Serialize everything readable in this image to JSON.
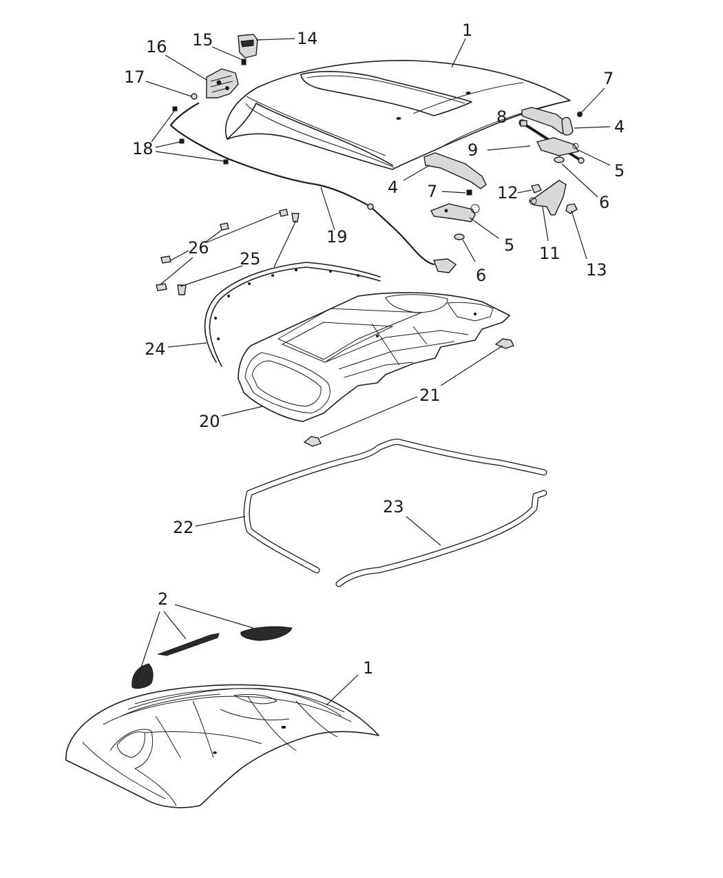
{
  "callouts": [
    {
      "id": "c1a",
      "text": "1"
    },
    {
      "id": "c14",
      "text": "14"
    },
    {
      "id": "c15",
      "text": "15"
    },
    {
      "id": "c16",
      "text": "16"
    },
    {
      "id": "c17",
      "text": "17"
    },
    {
      "id": "c18",
      "text": "18"
    },
    {
      "id": "c7a",
      "text": "7"
    },
    {
      "id": "c8",
      "text": "8"
    },
    {
      "id": "c4a",
      "text": "4"
    },
    {
      "id": "c9",
      "text": "9"
    },
    {
      "id": "c5a",
      "text": "5"
    },
    {
      "id": "c6a",
      "text": "6"
    },
    {
      "id": "c4b",
      "text": "4"
    },
    {
      "id": "c7b",
      "text": "7"
    },
    {
      "id": "c12",
      "text": "12"
    },
    {
      "id": "c11",
      "text": "11"
    },
    {
      "id": "c13",
      "text": "13"
    },
    {
      "id": "c5b",
      "text": "5"
    },
    {
      "id": "c6b",
      "text": "6"
    },
    {
      "id": "c19",
      "text": "19"
    },
    {
      "id": "c26",
      "text": "26"
    },
    {
      "id": "c25",
      "text": "25"
    },
    {
      "id": "c24",
      "text": "24"
    },
    {
      "id": "c20",
      "text": "20"
    },
    {
      "id": "c21",
      "text": "21"
    },
    {
      "id": "c22",
      "text": "22"
    },
    {
      "id": "c23",
      "text": "23"
    },
    {
      "id": "c2",
      "text": "2"
    },
    {
      "id": "c1b",
      "text": "1"
    }
  ]
}
